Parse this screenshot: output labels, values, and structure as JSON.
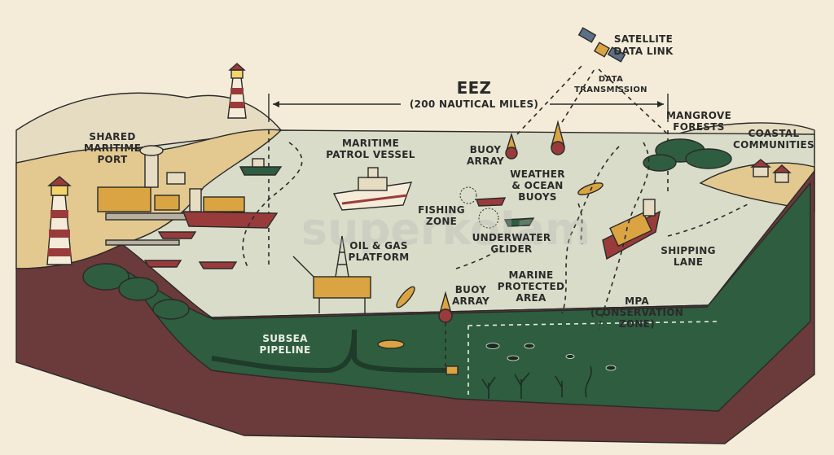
{
  "labels": {
    "satellite": [
      "SATELLITE",
      "DATA LINK"
    ],
    "data_transmission": [
      "DATA",
      "TRANSMISSION"
    ],
    "eez_title": "EEZ",
    "eez_sub": "(200 NAUTICAL MILES)",
    "mangrove": [
      "MANGROVE",
      "FORESTS"
    ],
    "coastal": [
      "COASTAL",
      "COMMUNITIES"
    ],
    "shared_port": [
      "SHARED",
      "MARITIME",
      "PORT"
    ],
    "patrol": [
      "MARITIME",
      "PATROL VESSEL"
    ],
    "buoy_array_top": [
      "BUOY",
      "ARRAY"
    ],
    "weather_buoys": [
      "WEATHER",
      "& OCEAN",
      "BUOYS"
    ],
    "fishing_zone": [
      "FISHING",
      "ZONE"
    ],
    "glider": [
      "UNDERWATER",
      "GLIDER"
    ],
    "oil_gas": [
      "OIL & GAS",
      "PLATFORM"
    ],
    "buoy_array_bottom": [
      "BUOY",
      "ARRAY"
    ],
    "marine_protected": [
      "MARINE",
      "PROTECTED",
      "AREA"
    ],
    "shipping_lane": [
      "SHIPPING",
      "LANE"
    ],
    "mpa": [
      "MPA",
      "(CONSERVATION",
      "ZONE)"
    ],
    "subsea": [
      "SUBSEA",
      "PIPELINE"
    ]
  },
  "watermark": "superkolam",
  "colors": {
    "paper": "#f4ecd8",
    "sea": "#d9dcc8",
    "underwater": "#2f5d3f",
    "soil": "#6b3a3a",
    "sand": "#e3c98f",
    "ink": "#2a2a2a",
    "lighthouse_red": "#9a3b3b",
    "vessel_orange": "#d9a441"
  }
}
